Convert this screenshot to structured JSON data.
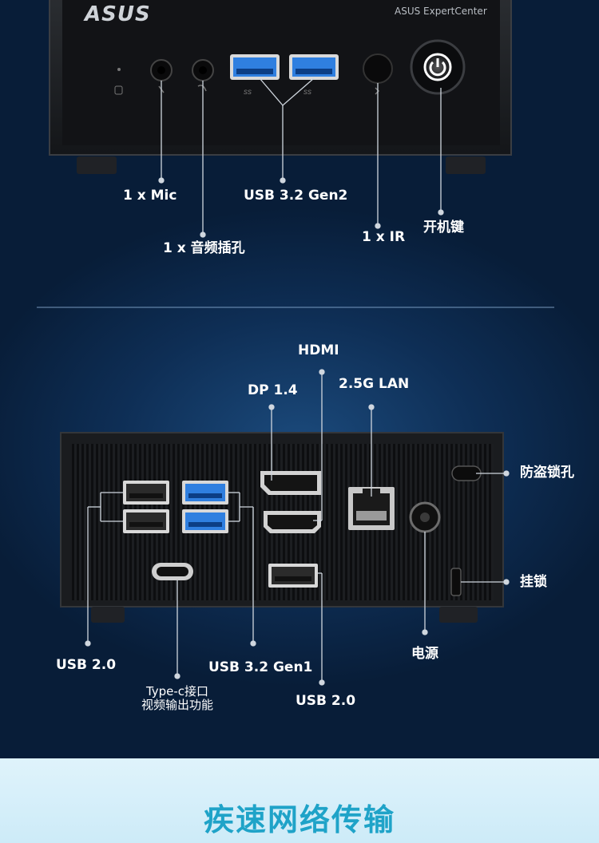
{
  "front_panel": {
    "brand_logo": "ASUS",
    "model_name": "ASUS ExpertCenter",
    "usb_port_badge": "ss",
    "callouts": {
      "mic": "1 x Mic",
      "audio_jack": "1 x 音频插孔",
      "usb_gen2": "USB 3.2 Gen2",
      "ir": "1 x IR",
      "power_button": "开机键"
    }
  },
  "rear_panel": {
    "callouts": {
      "hdmi": "HDMI",
      "dp": "DP 1.4",
      "lan": "2.5G LAN",
      "security_slot": "防盗锁孔",
      "lock": "挂锁",
      "usb20_left": "USB 2.0",
      "typec_line1": "Type-c接口",
      "typec_line2": "视频输出功能",
      "usb32_gen1": "USB 3.2 Gen1",
      "usb20_right": "USB 2.0",
      "power": "电源"
    }
  },
  "footer": {
    "title": "疾速网络传输"
  },
  "colors": {
    "accent": "#1fa3c8",
    "usb3_blue": "#2f7fe0",
    "background": "#0b2545"
  }
}
